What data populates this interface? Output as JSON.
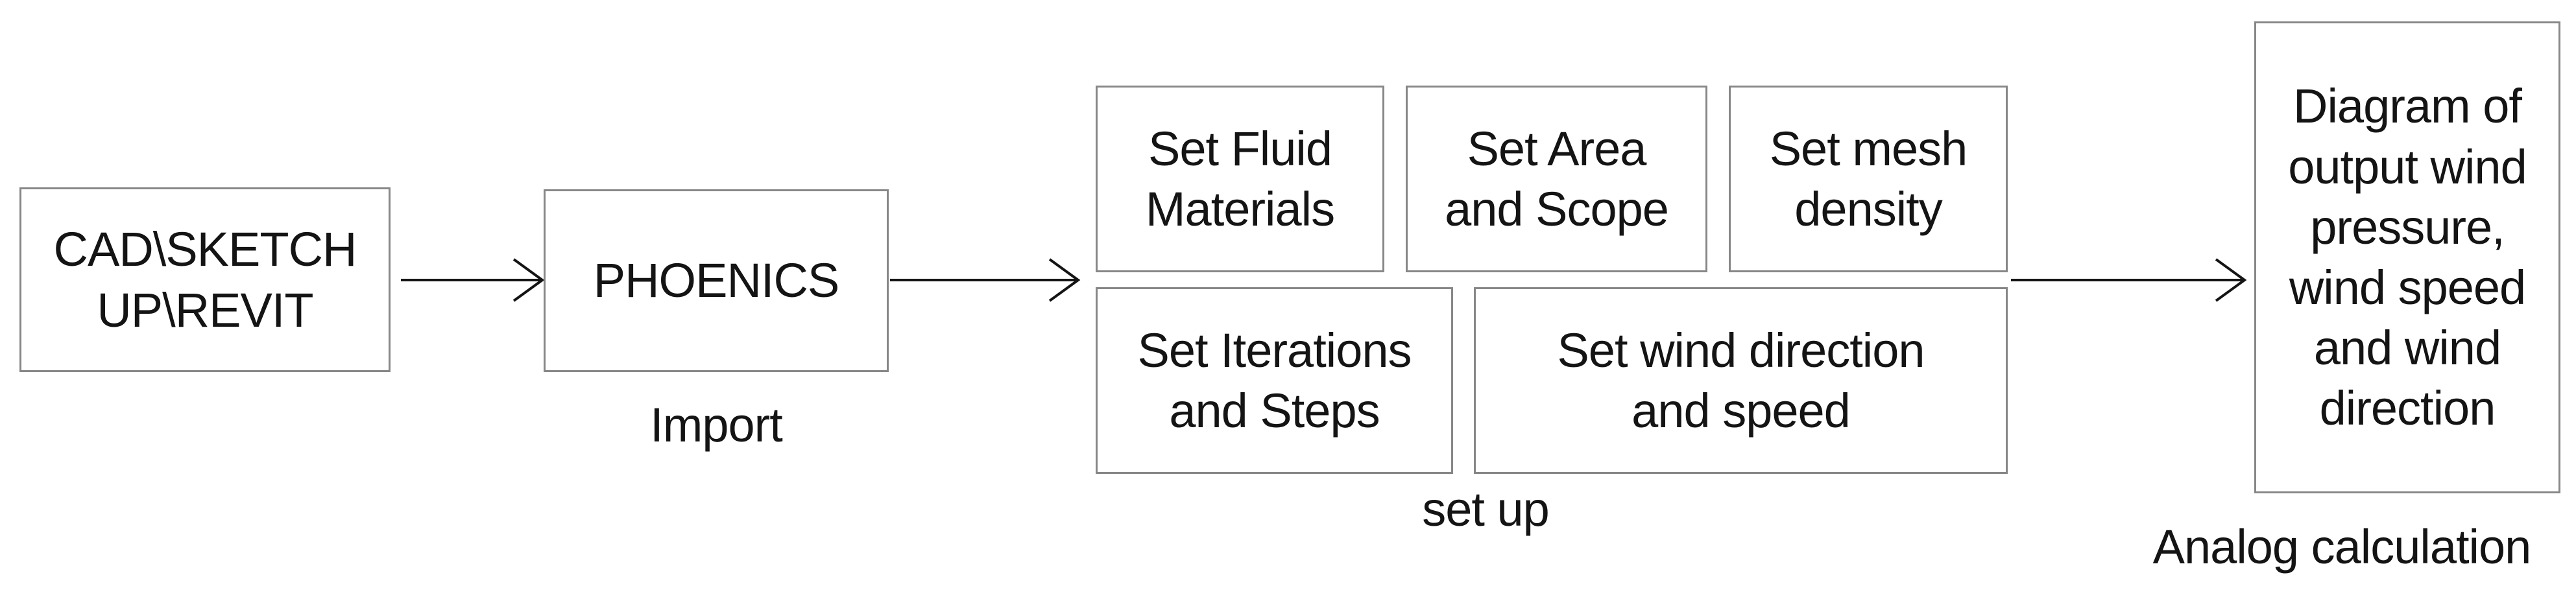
{
  "diagram": {
    "nodes": {
      "cad": {
        "label": "CAD\\SKETCH\nUP\\REVIT"
      },
      "phoenics": {
        "label": "PHOENICS"
      },
      "fluid": {
        "label": "Set Fluid\nMaterials"
      },
      "area": {
        "label": "Set Area\nand Scope"
      },
      "mesh": {
        "label": "Set mesh\ndensity"
      },
      "iterations": {
        "label": "Set Iterations\nand Steps"
      },
      "wind": {
        "label": "Set wind direction\nand speed"
      },
      "output": {
        "label": "Diagram of\noutput wind\npressure,\nwind speed\nand wind\ndirection"
      }
    },
    "captions": {
      "import": "Import",
      "setup": "set up",
      "analog": "Analog calculation"
    },
    "colors": {
      "border": "#878787",
      "text": "#141414",
      "arrow": "#141414",
      "background": "#ffffff"
    }
  }
}
